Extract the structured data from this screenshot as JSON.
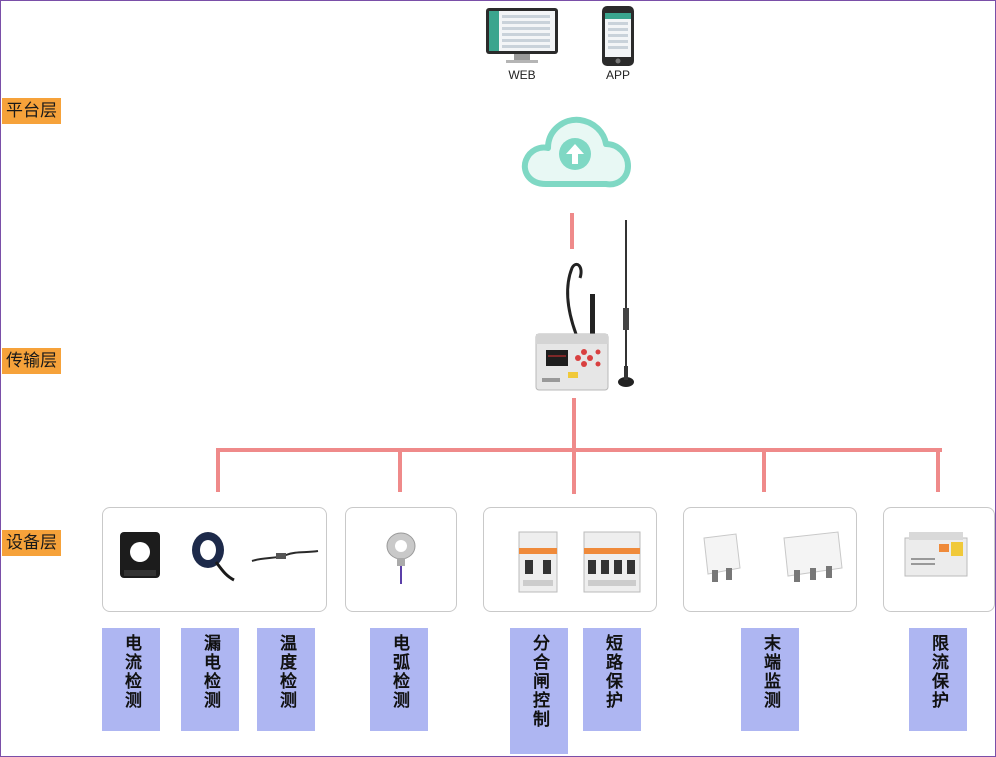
{
  "layers": {
    "platform": "平台层",
    "transport": "传输层",
    "device": "设备层"
  },
  "clients": {
    "web": "WEB",
    "app": "APP"
  },
  "functions": [
    "电流检测",
    "漏电检测",
    "温度检测",
    "电弧检测",
    "分合闸控制",
    "短路保护",
    "末端监测",
    "限流保护"
  ],
  "colors": {
    "layer_label_bg": "#f6a23a",
    "connector_line": "#ef8a8a",
    "function_label_bg": "#aeb6f2",
    "cloud": "#7fd8c4"
  }
}
